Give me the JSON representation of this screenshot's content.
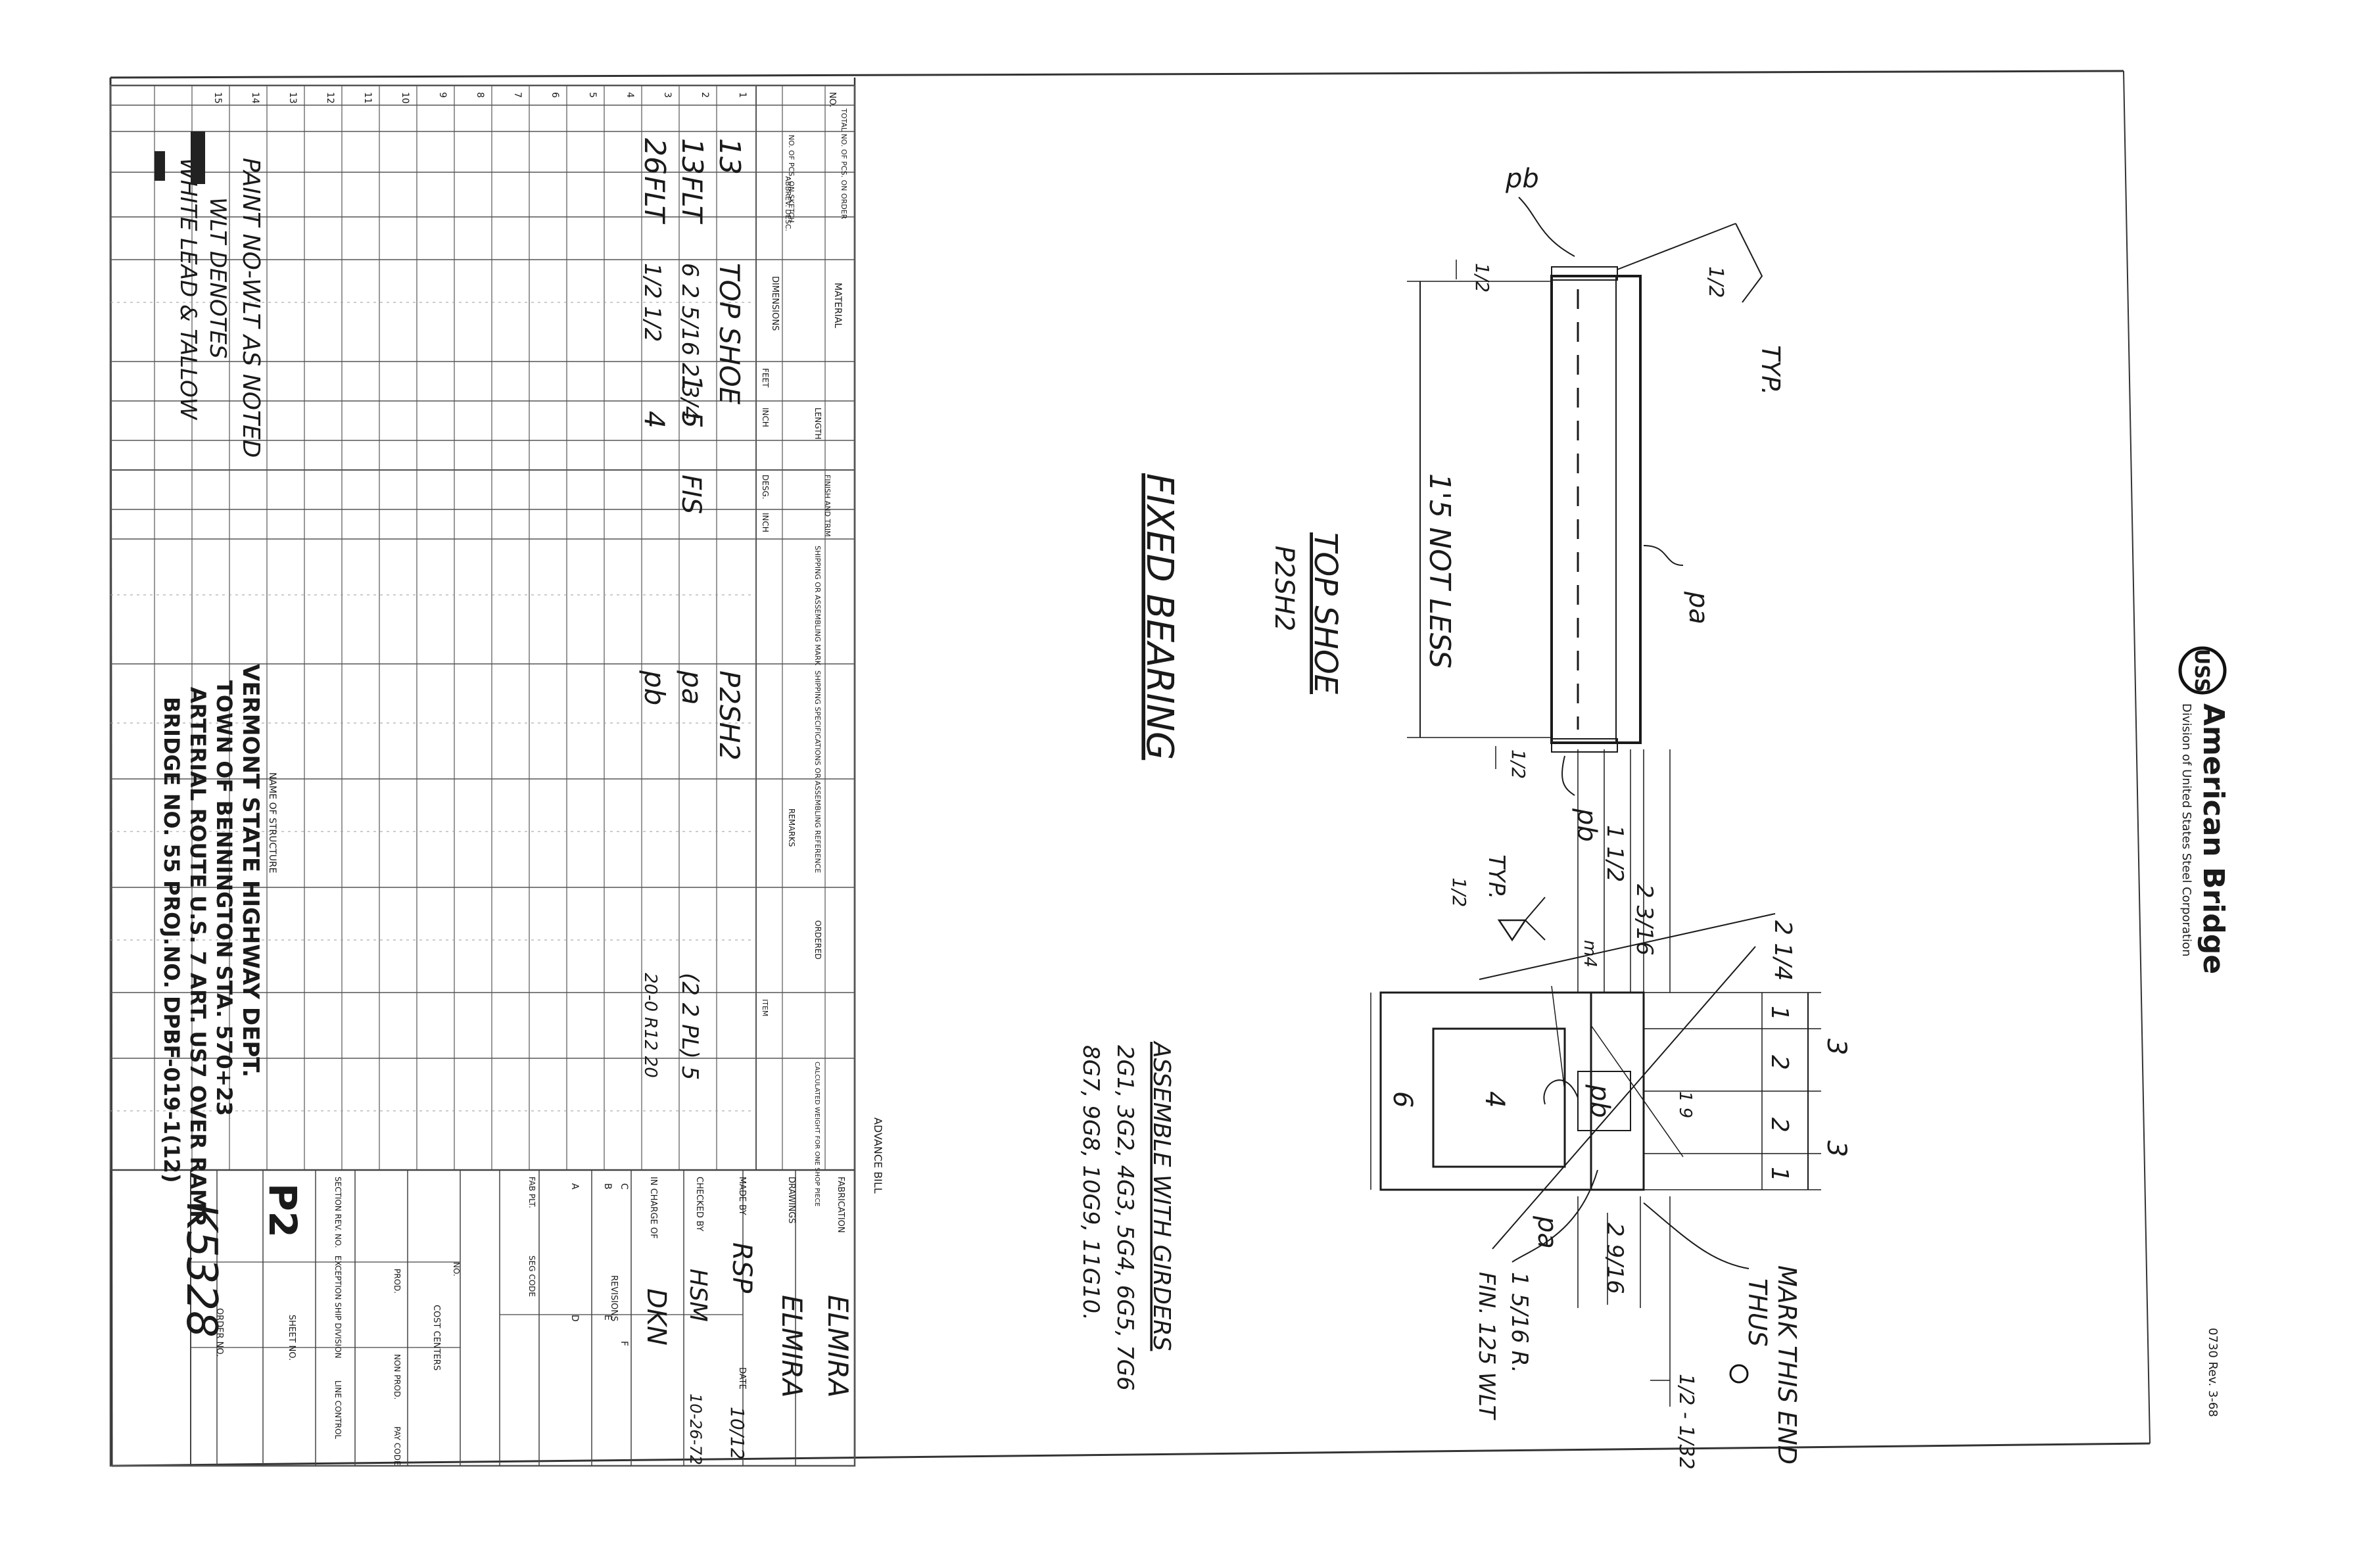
{
  "logo": {
    "brand_name": "American Bridge",
    "division_line": "Division of United States Steel Corporation",
    "mark": "USS"
  },
  "form_number": "0730 Rev. 3-68",
  "drawing": {
    "view_title": "TOP SHOE",
    "view_mark": "P2SH2",
    "section_title": "FIXED BEARING",
    "assemble_note_line1": "ASSEMBLE WITH GIRDERS",
    "assemble_note_line2": "2G1, 3G2, 4G3, 5G4, 6G5, 7G6",
    "assemble_note_line3": "8G7, 9G8, 10G9, 11G10.",
    "mark_note_line1": "MARK THIS END",
    "mark_note_line2": "THUS",
    "radius_note_line1": "1 5/16 R.",
    "radius_note_line2": "FIN. 125 WLT",
    "length_note": "1'5 NOT LESS",
    "weld_typ": "TYP.",
    "part_pa": "pa",
    "part_pb": "pb",
    "weld_size": "1/2",
    "dims": {
      "half": "1/2",
      "one_half": "1 1/2",
      "two_three_sixteenths": "2 3/16",
      "two_quarter": "2 1/4",
      "three": "3",
      "one": "1",
      "two": "2",
      "four": "4",
      "six": "6",
      "one_nine": "1 9",
      "two_nine_sixteenths": "2 9/16",
      "half_thirty_second": "1/2 - 1/32",
      "m4": "m4"
    }
  },
  "bill": {
    "header": {
      "total_no": "TOTAL NO. OF PCS. ON ORDER",
      "no_pcs_sketch": "NO. OF PCS. ON SKETCH",
      "abbrev_desc": "ABBREV. DESC.",
      "material": "MATERIAL",
      "dimensions": "DIMENSIONS",
      "length": "LENGTH",
      "feet": "FEET",
      "inch": "INCH",
      "finish": "FINISH AND TRIM",
      "desg": "DESG.",
      "finish_inch": "INCH",
      "shipping_mark": "SHIPPING OR ASSEMBLING MARK",
      "shipping_ref": "SHIPPING SPECIFICATIONS OR ASSEMBLING REFERENCE",
      "remarks": "REMARKS",
      "ordered": "ORDERED",
      "item": "ITEM",
      "calculated": "CALCULATED WEIGHT FOR ONE SHOP PIECE",
      "row_label": "NO."
    },
    "row_numbers": [
      "1",
      "2",
      "3",
      "4",
      "5",
      "6",
      "7",
      "8",
      "9",
      "10",
      "11",
      "12",
      "13",
      "14",
      "15"
    ],
    "rows": [
      {
        "no_sketch": "13",
        "desc": "",
        "dimensions": "TOP SHOE",
        "feet": "",
        "inch": "",
        "desg": "",
        "mark": "P2SH2",
        "remarks": ""
      },
      {
        "no_sketch": "13",
        "desc": "FLT",
        "dimensions": "6 2 5/16 2 3/4",
        "feet": "1",
        "inch": "5",
        "desg": "FIS",
        "mark": "pa",
        "remarks": "(2 2 PL) 5"
      },
      {
        "no_sketch": "26",
        "desc": "FLT",
        "dimensions": "1/2 1/2",
        "feet": "",
        "inch": "4",
        "desg": "",
        "mark": "pb",
        "remarks": "20-0 R12 20"
      }
    ],
    "paint_note_line1": "PAINT NO-WLT AS NOTED",
    "paint_note_line2": "WLT DENOTES",
    "paint_note_line3": "WHITE LEAD & TALLOW",
    "advance_bill": "ADVANCE BILL"
  },
  "title_block": {
    "name_label": "NAME OF STRUCTURE",
    "line1": "VERMONT STATE HIGHWAY DEPT.",
    "line2": "TOWN OF BENNINGTON STA. 570+23",
    "line3": "ARTERIAL ROUTE U.S. 7 ART. US7 OVER RAMP",
    "line4": "BRIDGE NO. 55 PROJ.NO. DPBF-019-1(12)",
    "fabrication_label": "FABRICATION",
    "fabrication_value": "ELMIRA",
    "drawings_label": "DRAWINGS",
    "drawings_value": "ELMIRA",
    "made_by_label": "MADE BY",
    "made_by_value": "RSP",
    "date_label": "DATE",
    "date_value": "10/12",
    "checked_label": "CHECKED BY",
    "checked_value": "HSM",
    "checked_date": "10-26-72",
    "in_charge_label": "IN CHARGE OF",
    "in_charge_value": "DKN",
    "revisions_label": "REVISIONS",
    "rev_a": "A",
    "rev_b": "B",
    "rev_c": "C",
    "rev_d": "D",
    "rev_e": "E",
    "rev_f": "F",
    "fab_plt": "FAB PLT.",
    "seg_code": "SEG CODE",
    "cost_centers": "COST CENTERS",
    "no_label": "NO.",
    "prod": "PROD.",
    "non_prod": "NON PROD.",
    "pay_code": "PAY CODE",
    "section_rev": "SECTION REV. NO.",
    "exception": "EXCEPTION SHIP DIVISION",
    "line_control": "LINE CONTROL",
    "sheet_label": "SHEET NO.",
    "sheet_value": "P2",
    "order_label": "ORDER NO.",
    "order_value": "K5328"
  }
}
